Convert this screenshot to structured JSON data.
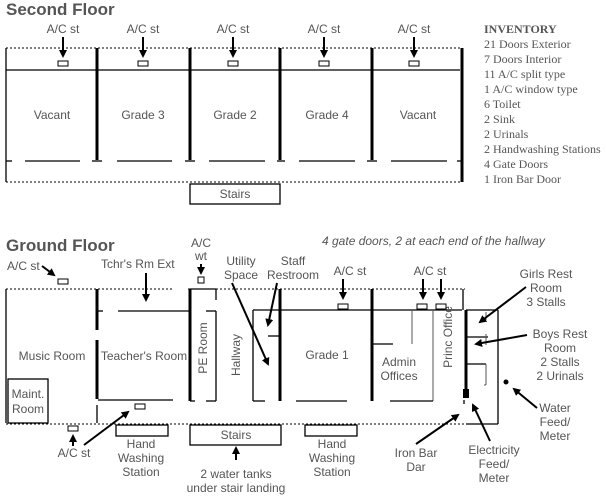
{
  "second_floor": {
    "title": "Second Floor",
    "ac_labels": [
      "A/C st",
      "A/C st",
      "A/C st",
      "A/C st",
      "A/C st"
    ],
    "rooms": [
      "Vacant",
      "Grade 3",
      "Grade 2",
      "Grade 4",
      "Vacant"
    ],
    "stairs": "Stairs"
  },
  "inventory": {
    "heading": "INVENTORY",
    "items": [
      "21 Doors Exterior",
      "7 Doors Interior",
      "11 A/C split type",
      "1 A/C window type",
      "6 Toilet",
      "2 Sink",
      "2 Urinals",
      "2 Handwashing Stations",
      "4 Gate Doors",
      "1 Iron Bar Door"
    ]
  },
  "ground_floor": {
    "title": "Ground Floor",
    "note": "4 gate doors, 2 at each end of the hallway",
    "rooms": {
      "music": "Music Room",
      "maint_1": "Maint.",
      "maint_2": "Room",
      "teacher": "Teacher's Room",
      "pe": "PE Room",
      "hallway": "Hallway",
      "grade1": "Grade 1",
      "admin_1": "Admin",
      "admin_2": "Offices",
      "princ": "Princ Office",
      "stairs": "Stairs"
    },
    "callouts": {
      "ac_st_top_left": "A/C st",
      "tchr_rm_ext": "Tchr's Rm Ext",
      "ac_wt_1": "A/C",
      "ac_wt_2": "wt",
      "utility_1": "Utility",
      "utility_2": "Space",
      "staff_1": "Staff",
      "staff_2": "Restroom",
      "ac_st_grade1": "A/C st",
      "ac_st_admin": "A/C st",
      "girls_1": "Girls Rest",
      "girls_2": "Room",
      "girls_3": "3 Stalls",
      "boys_1": "Boys Rest",
      "boys_2": "Room",
      "boys_3": "2 Stalls",
      "boys_4": "2 Urinals",
      "water_1": "Water",
      "water_2": "Feed/",
      "water_3": "Meter",
      "ac_st_bottom": "A/C st",
      "hand_wash_left_1": "Hand",
      "hand_wash_left_2": "Washing",
      "hand_wash_left_3": "Station",
      "water_tanks_1": "2 water tanks",
      "water_tanks_2": "under stair landing",
      "hand_wash_right_1": "Hand",
      "hand_wash_right_2": "Washing",
      "hand_wash_right_3": "Station",
      "iron_bar_1": "Iron Bar",
      "iron_bar_2": "Dar",
      "elec_1": "Electricity",
      "elec_2": "Feed/",
      "elec_3": "Meter"
    }
  }
}
